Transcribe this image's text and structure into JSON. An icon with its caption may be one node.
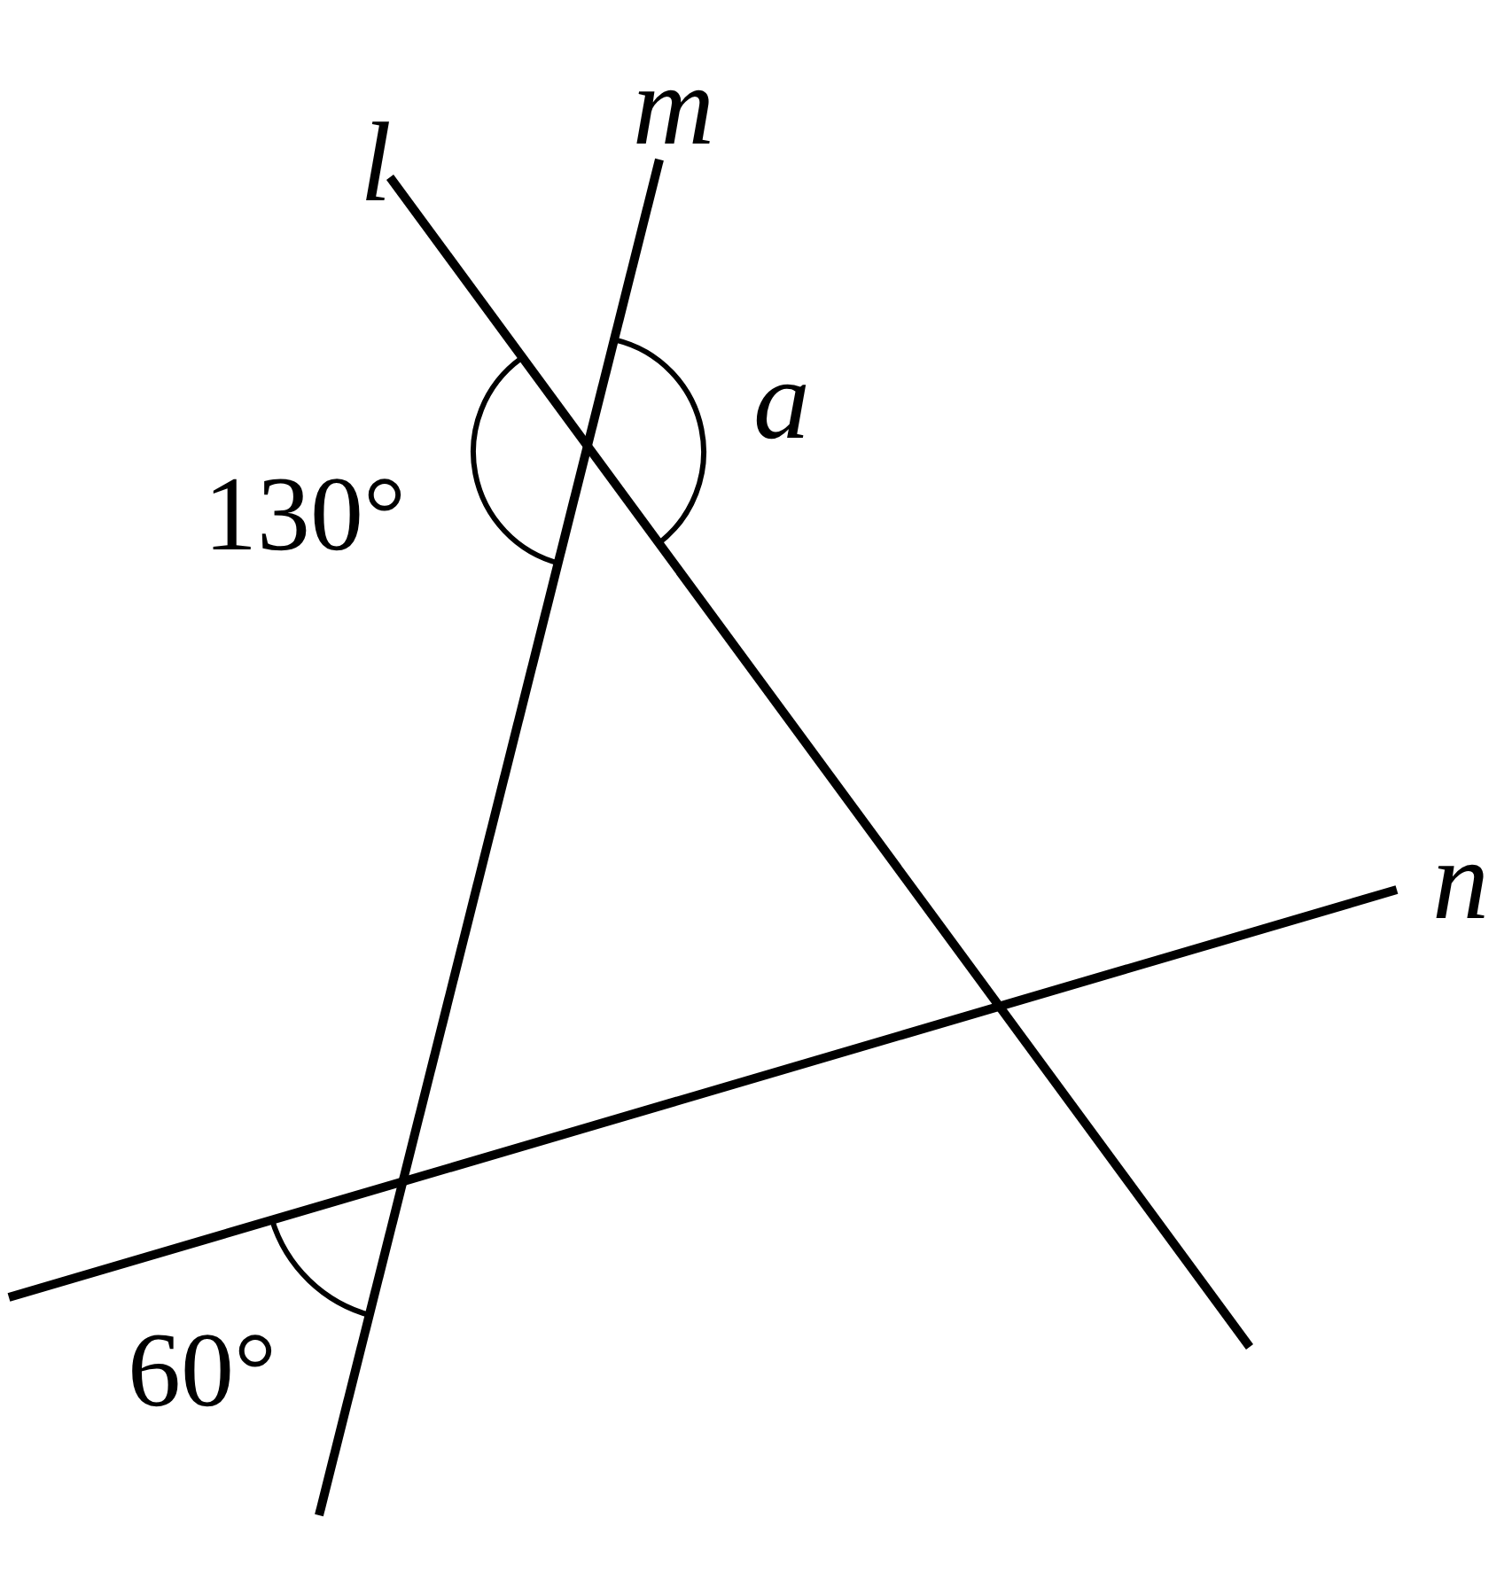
{
  "diagram": {
    "labels": [
      "l",
      "m",
      "a",
      "130°",
      "n",
      "60°"
    ]
  }
}
